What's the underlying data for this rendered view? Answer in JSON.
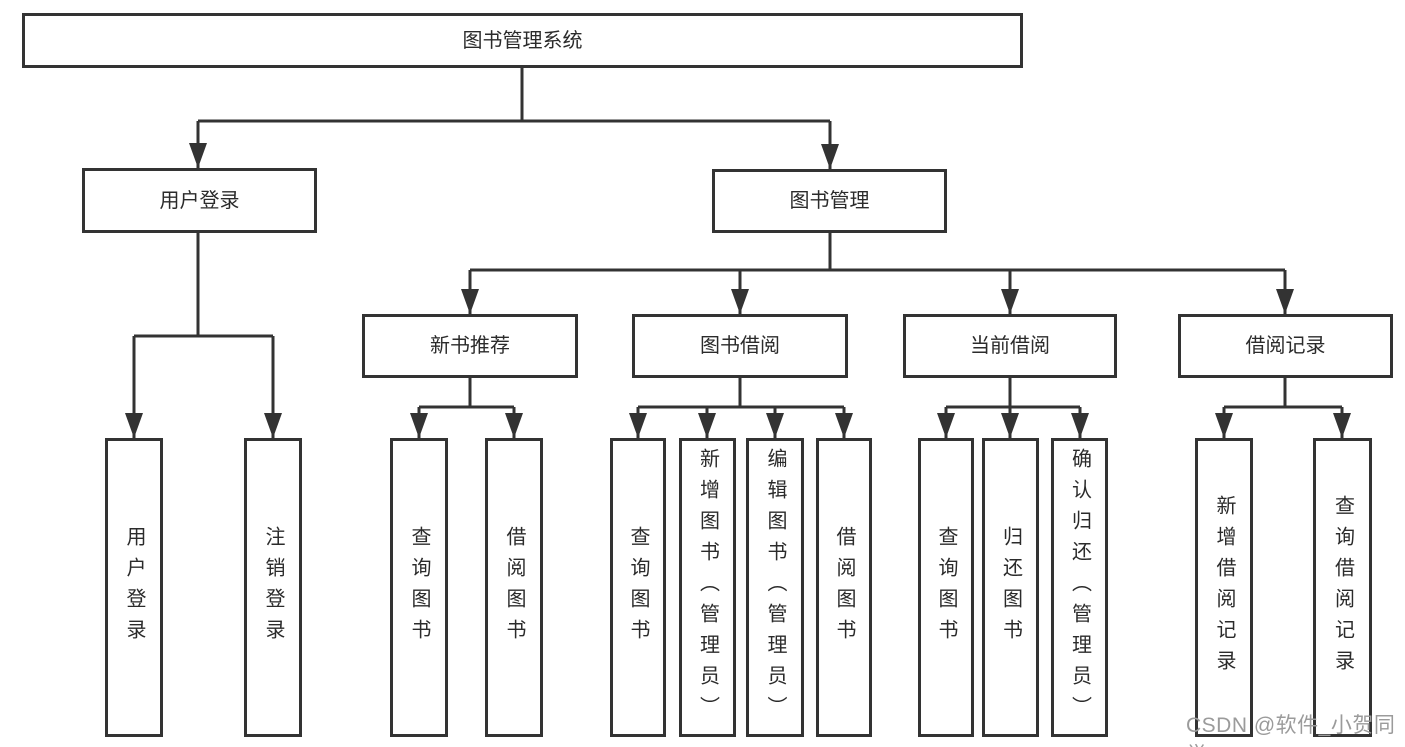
{
  "tree": {
    "label": "图书管理系统",
    "children": [
      {
        "label": "用户登录",
        "children": [
          {
            "label": "用户登录"
          },
          {
            "label": "注销登录"
          }
        ]
      },
      {
        "label": "图书管理",
        "children": [
          {
            "label": "新书推荐",
            "children": [
              {
                "label": "查询图书"
              },
              {
                "label": "借阅图书"
              }
            ]
          },
          {
            "label": "图书借阅",
            "children": [
              {
                "label": "查询图书"
              },
              {
                "label": "新增图书（管理员）"
              },
              {
                "label": "编辑图书（管理员）"
              },
              {
                "label": "借阅图书"
              }
            ]
          },
          {
            "label": "当前借阅",
            "children": [
              {
                "label": "查询图书"
              },
              {
                "label": "归还图书"
              },
              {
                "label": "确认归还（管理员）"
              }
            ]
          },
          {
            "label": "借阅记录",
            "children": [
              {
                "label": "新增借阅记录"
              },
              {
                "label": "查询借阅记录"
              }
            ]
          }
        ]
      }
    ]
  },
  "watermark": {
    "text": "CSDN @软件_小贺同学"
  },
  "colors": {
    "line": "#333333",
    "text": "#2b2b2b",
    "box_background": "#ffffff",
    "watermark": "#9b9b9b",
    "page_background": "#ffffff"
  }
}
